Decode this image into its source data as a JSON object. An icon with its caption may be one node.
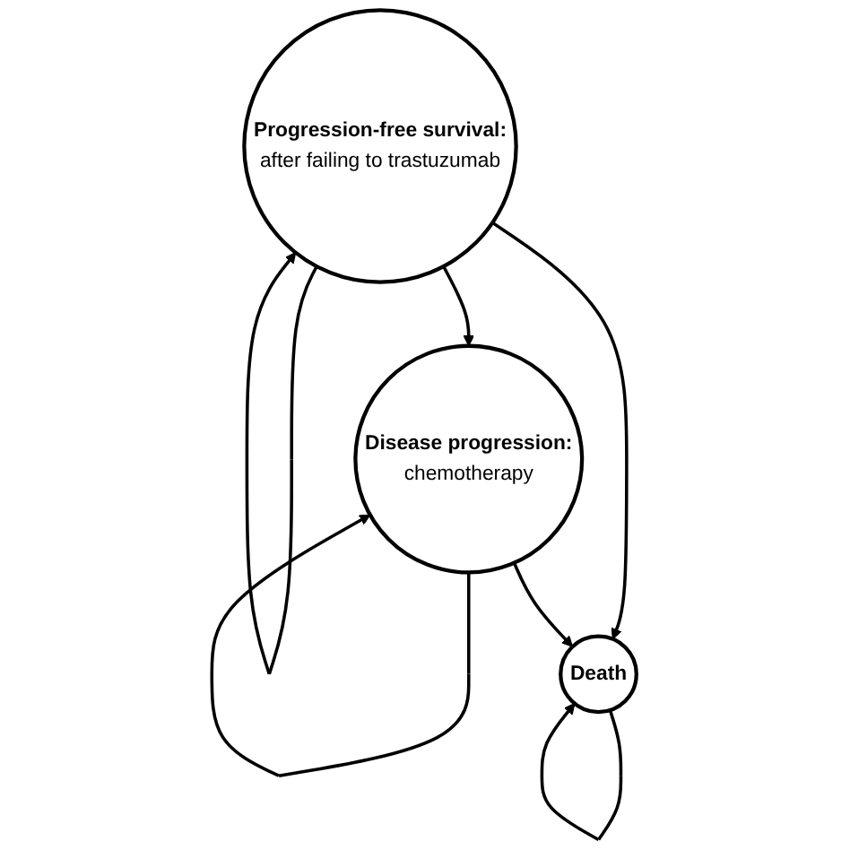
{
  "diagram": {
    "nodes": [
      {
        "text": [
          "Progression-free survival:",
          "after failing to trastuzumab"
        ]
      },
      {
        "text": [
          "Disease progression:",
          "chemotherapy"
        ]
      },
      {
        "text": [
          "Death"
        ]
      }
    ],
    "edges": [
      {
        "from": 0,
        "to": 0,
        "arrow": "to"
      },
      {
        "from": 0,
        "to": 1,
        "arrow": "to"
      },
      {
        "from": 0,
        "to": 2,
        "arrow": "to"
      },
      {
        "from": 1,
        "to": 1,
        "arrow": "to"
      },
      {
        "from": 1,
        "to": 2,
        "arrow": "to"
      },
      {
        "from": 2,
        "to": 2,
        "arrow": "to"
      }
    ]
  }
}
